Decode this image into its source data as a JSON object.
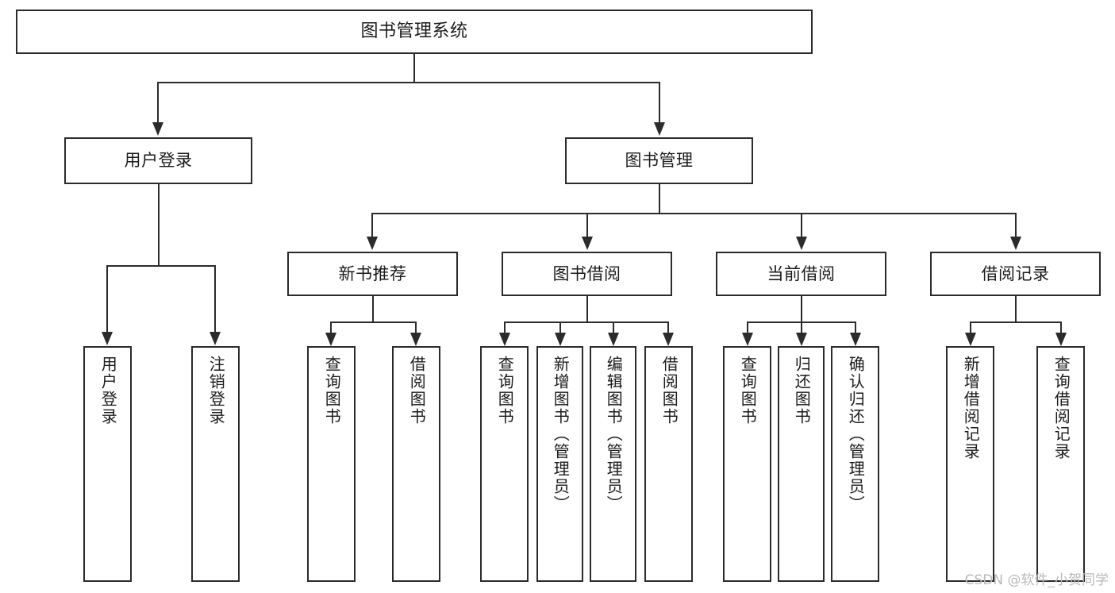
{
  "diagram": {
    "title": "图书管理系统",
    "type": "tree",
    "watermark": "CSDN @软件_小贺同学",
    "colors": {
      "stroke": "#2b2b2b",
      "fill": "#ffffff",
      "text": "#1b1b1b",
      "watermark": "#b9b9b9"
    },
    "levels": {
      "root": {
        "label": "图书管理系统"
      },
      "level2": [
        {
          "label": "用户登录"
        },
        {
          "label": "图书管理"
        }
      ],
      "level3": [
        {
          "label": "新书推荐"
        },
        {
          "label": "图书借阅"
        },
        {
          "label": "当前借阅"
        },
        {
          "label": "借阅记录"
        }
      ],
      "leaves": {
        "user_login": [
          {
            "label": "用户登录"
          },
          {
            "label": "注销登录"
          }
        ],
        "new_book": [
          {
            "label": "查询图书"
          },
          {
            "label": "借阅图书"
          }
        ],
        "book_borrow": [
          {
            "label": "查询图书"
          },
          {
            "label": "新增图书（管理员）"
          },
          {
            "label": "编辑图书（管理员）"
          },
          {
            "label": "借阅图书"
          }
        ],
        "current_borrow": [
          {
            "label": "查询图书"
          },
          {
            "label": "归还图书"
          },
          {
            "label": "确认归还（管理员）"
          }
        ],
        "borrow_record": [
          {
            "label": "新增借阅记录"
          },
          {
            "label": "查询借阅记录"
          }
        ]
      }
    }
  }
}
